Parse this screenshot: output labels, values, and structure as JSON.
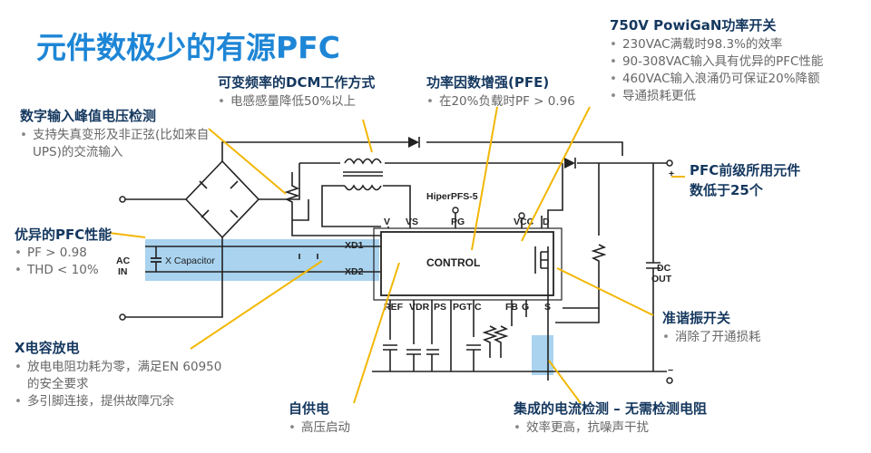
{
  "title": "元件数极少的有源PFC",
  "colors": {
    "title": "#1e86d6",
    "heading": "#15385f",
    "bullet": "#666666",
    "highlight": "#a9d3ef",
    "callout": "#f2b705"
  },
  "sections": {
    "powigan": {
      "heading": "750V PowiGaN功率开关",
      "bullets": [
        "230VAC满载时98.3%的效率",
        "90-308VAC输入具有优异的PFC性能",
        "460VAC输入浪涌仍可保证20%降额",
        "导通损耗更低"
      ]
    },
    "dcm": {
      "heading": "可变频率的DCM工作方式",
      "bullets": [
        "电感感量降低50%以上"
      ]
    },
    "pfe": {
      "heading": "功率因数增强(PFE)",
      "bullets": [
        "在20%负载时PF > 0.96"
      ]
    },
    "digital": {
      "heading": "数字输入峰值电压检测",
      "bullets": [
        "支持失真变形及非正弦(比如来自UPS)的交流输入"
      ]
    },
    "pfc_perf": {
      "heading": "优异的PFC性能",
      "bullets": [
        "PF > 0.98",
        "THD < 10%"
      ]
    },
    "xcap": {
      "heading": "X电容放电",
      "bullets": [
        "放电电阻功耗为零，满足EN 60950的安全要求",
        "多引脚连接，提供故障冗余"
      ]
    },
    "selfsupply": {
      "heading": "自供电",
      "bullets": [
        "高压启动"
      ]
    },
    "current": {
      "heading": "集成的电流检测 – 无需检测电阻",
      "bullets": [
        "效率更高，抗噪声干扰"
      ]
    },
    "qr": {
      "heading": "准谐振开关",
      "bullets": [
        "消除了开通损耗"
      ]
    },
    "pfc_parts": {
      "heading_lines": [
        "PFC前级所用元件",
        "数低于25个"
      ]
    }
  },
  "circuit": {
    "chip_name": "HiperPFS-5",
    "control": "CONTROL",
    "pins_top": [
      "V",
      "VS",
      "PG",
      "VCC",
      "D"
    ],
    "pins_left": [
      "XD1",
      "XD2"
    ],
    "pins_bottom": [
      "REF",
      "VDR",
      "PS",
      "PGT",
      "C",
      "FB",
      "G",
      "S"
    ],
    "ac_in": [
      "AC",
      "IN"
    ],
    "x_capacitor": "X Capacitor",
    "dc_out": [
      "DC",
      "OUT"
    ],
    "plus": "+",
    "minus": "−"
  }
}
